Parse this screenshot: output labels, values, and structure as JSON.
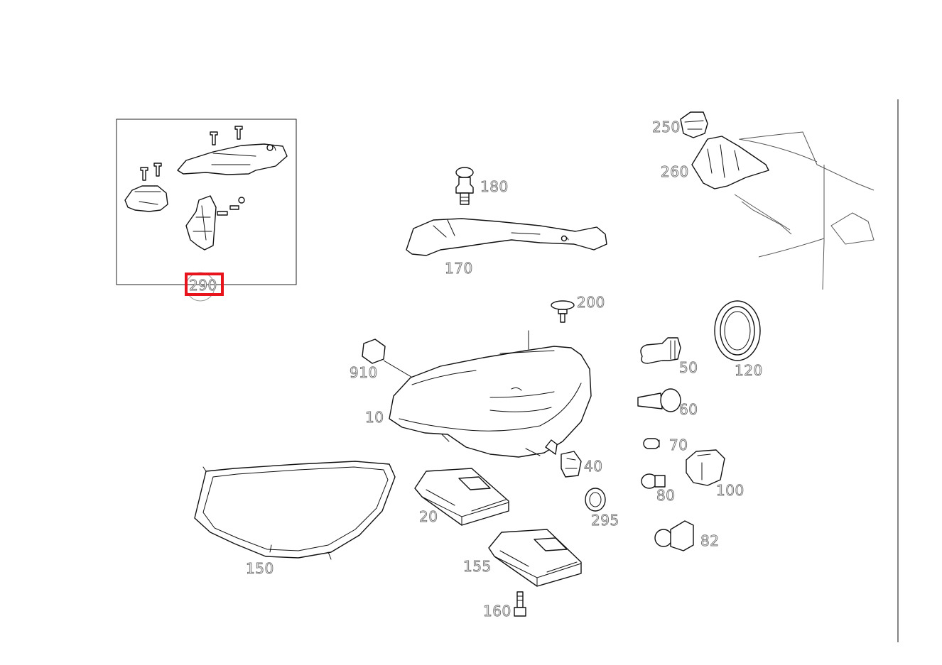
{
  "diagram": {
    "highlight_color": "#e8141b",
    "highlighted_part": "290",
    "parts": [
      {
        "id": "p290",
        "number": "290"
      },
      {
        "id": "p250",
        "number": "250"
      },
      {
        "id": "p260",
        "number": "260"
      },
      {
        "id": "p180",
        "number": "180"
      },
      {
        "id": "p170",
        "number": "170"
      },
      {
        "id": "p200",
        "number": "200"
      },
      {
        "id": "p910",
        "number": "910"
      },
      {
        "id": "p10",
        "number": "10"
      },
      {
        "id": "p50",
        "number": "50"
      },
      {
        "id": "p120",
        "number": "120"
      },
      {
        "id": "p60",
        "number": "60"
      },
      {
        "id": "p70",
        "number": "70"
      },
      {
        "id": "p40",
        "number": "40"
      },
      {
        "id": "p80",
        "number": "80"
      },
      {
        "id": "p100",
        "number": "100"
      },
      {
        "id": "p20",
        "number": "20"
      },
      {
        "id": "p295",
        "number": "295"
      },
      {
        "id": "p82",
        "number": "82"
      },
      {
        "id": "p150",
        "number": "150"
      },
      {
        "id": "p155",
        "number": "155"
      },
      {
        "id": "p160",
        "number": "160"
      }
    ]
  }
}
